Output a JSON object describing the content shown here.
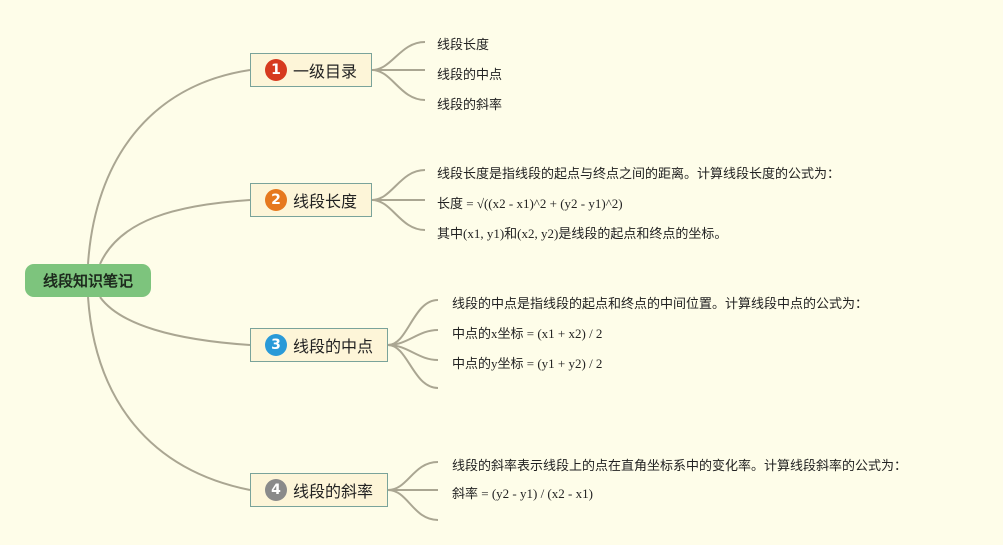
{
  "root": {
    "label": "线段知识笔记"
  },
  "topics": [
    {
      "num": "1",
      "label": "一级目录",
      "badge_color": "#d63a1f",
      "leaves": [
        "线段长度",
        "线段的中点",
        "线段的斜率"
      ]
    },
    {
      "num": "2",
      "label": "线段长度",
      "badge_color": "#e6781e",
      "leaves": [
        "线段长度是指线段的起点与终点之间的距离。计算线段长度的公式为：",
        "长度 = √((x2 - x1)^2 + (y2 - y1)^2)",
        "其中(x1, y1)和(x2, y2)是线段的起点和终点的坐标。"
      ]
    },
    {
      "num": "3",
      "label": "线段的中点",
      "badge_color": "#2a9ad8",
      "leaves": [
        "线段的中点是指线段的起点和终点的中间位置。计算线段中点的公式为：",
        "中点的x坐标 = (x1 + x2) / 2",
        "中点的y坐标 = (y1 + y2) / 2"
      ]
    },
    {
      "num": "4",
      "label": "线段的斜率",
      "badge_color": "#8a8a8a",
      "leaves": [
        "线段的斜率表示线段上的点在直角坐标系中的变化率。计算线段斜率的公式为：",
        "斜率 = (y2 - y1) / (x2 - x1)"
      ]
    }
  ],
  "colors": {
    "background": "#fefde9",
    "link": "#aaa692",
    "root_fill": "#7dc47d"
  }
}
